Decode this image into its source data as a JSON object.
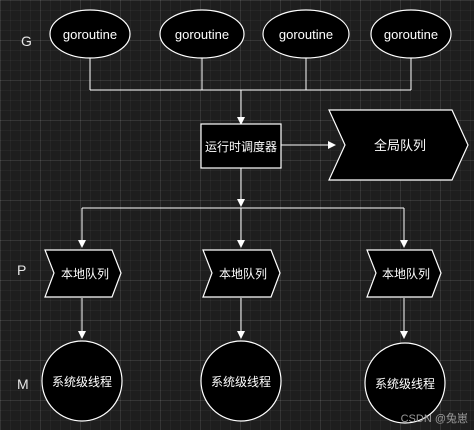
{
  "labels": {
    "g": "G",
    "p": "P",
    "m": "M"
  },
  "goroutines": [
    "goroutine",
    "goroutine",
    "goroutine",
    "goroutine"
  ],
  "scheduler": "运行时调度器",
  "global_queue": "全局队列",
  "local_queues": [
    "本地队列",
    "本地队列",
    "本地队列"
  ],
  "threads": [
    "系统级线程",
    "系统级线程",
    "系统级线程"
  ],
  "watermark": "CSDN @兔崽",
  "colors": {
    "background": "#1e1e1e",
    "shape_fill": "#000000",
    "stroke": "#ffffff",
    "text": "#ffffff"
  }
}
